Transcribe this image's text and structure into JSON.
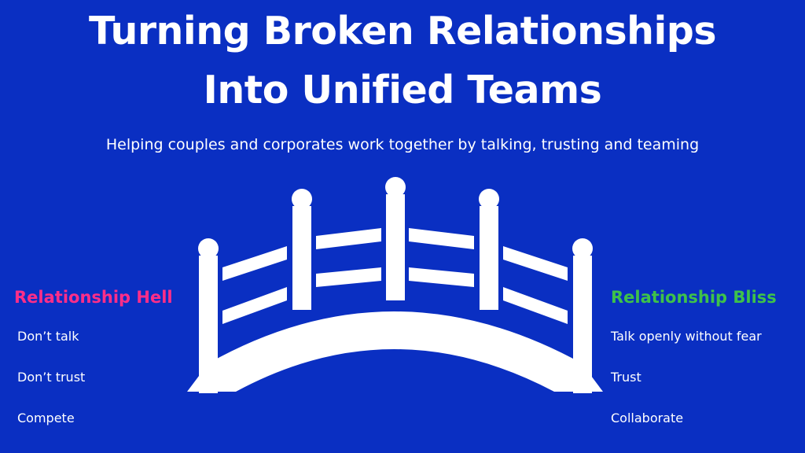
{
  "header": {
    "title_line1": "Turning Broken Relationships",
    "title_line2": "Into Unified Teams",
    "subtitle": "Helping couples and corporates work together by talking, trusting and teaming"
  },
  "left": {
    "heading": "Relationship Hell",
    "heading_color": "#ff2e88",
    "items": [
      "Don’t talk",
      "Don’t trust",
      "Compete"
    ]
  },
  "right": {
    "heading": "Relationship Bliss",
    "heading_color": "#3ec24a",
    "items": [
      "Talk openly without fear",
      "Trust",
      "Collaborate"
    ]
  },
  "colors": {
    "background": "#0a2fc2",
    "text": "#ffffff"
  },
  "illustration": "bridge-icon"
}
